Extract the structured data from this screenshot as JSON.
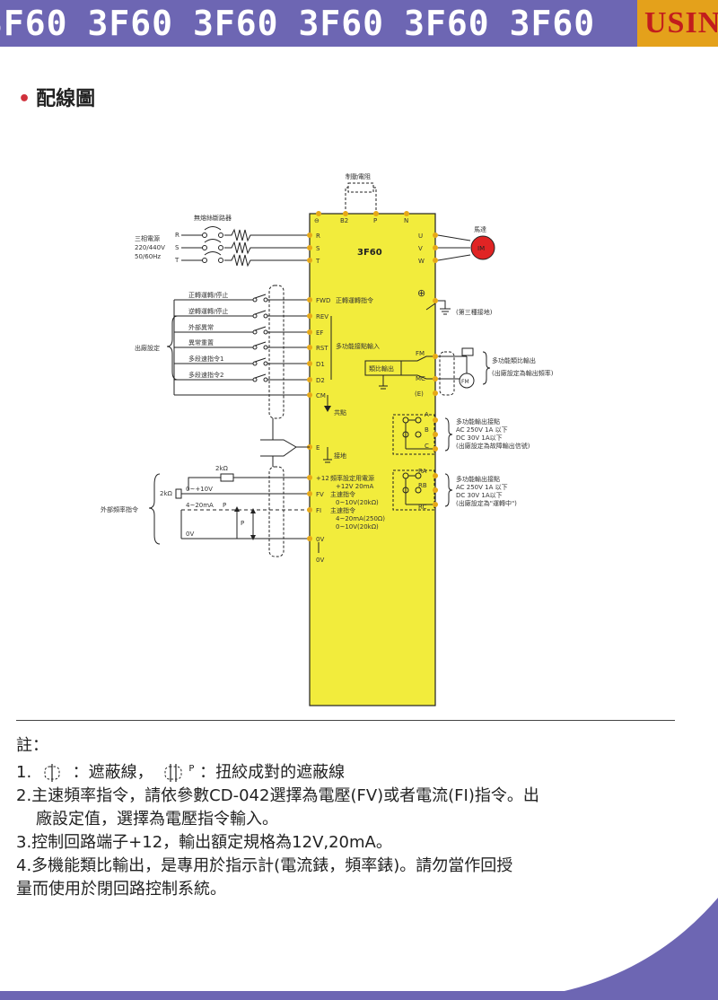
{
  "banner": {
    "repeat_text": "3F60",
    "logo_text": "USIN"
  },
  "page_title": "配線圖",
  "diagram": {
    "brake_resistor": "制動電阻",
    "breaker": "無熔絲斷路器",
    "supply": [
      "三相電源",
      "220/440V",
      "50/60Hz"
    ],
    "rst": [
      "R",
      "S",
      "T"
    ],
    "model": "3F60",
    "top_terms": [
      "⊖",
      "B2",
      "P",
      "N"
    ],
    "motor_label": "馬達",
    "motor": "IM",
    "uvw": [
      "U",
      "V",
      "W"
    ],
    "ground_note": "(第三種接地)",
    "cmd_labels": [
      "正轉運轉/停止",
      "逆轉運轉/停止",
      "外部異常",
      "異常重置",
      "多段速指令1",
      "多段速指令2"
    ],
    "cmd_terms": [
      "FWD",
      "REV",
      "EF",
      "RST",
      "D1",
      "D2",
      "CM"
    ],
    "fwd_desc": "正轉運轉指令",
    "multi_input": "多功能接點輸入",
    "factory": "出廠設定",
    "common": "共點",
    "e_term": "E",
    "ground_text": "接地",
    "analog_out_box": "類比輸出",
    "fm": "FM",
    "mc": "MC",
    "e_small": "(E)",
    "analog_out_label": "多功能類比輸出",
    "analog_out_default": "(出廠設定為輸出頻率)",
    "fm_meter": "FM",
    "relay_terms": [
      "A",
      "B",
      "C"
    ],
    "relay1": [
      "多功能輸出接點",
      "AC 250V 1A 以下",
      "DC 30V 1A以下",
      "(出廠設定為故障輸出信號)"
    ],
    "relay2_terms": [
      "RA",
      "RB",
      "RC"
    ],
    "relay2": [
      "多功能輸出接點",
      "AC 250V 1A 以下",
      "DC 30V 1A以下",
      "(出廠設定為\"運轉中\")"
    ],
    "pot": "2kΩ",
    "pot_left": "2kΩ",
    "freq_cmd": "外部頻率指令",
    "v_range": "0~+10V",
    "ma_range": "4~20mA",
    "p": "P",
    "zero_v": "0V",
    "plus12": "+12",
    "fv": "FV",
    "fi": "FI",
    "ov": "0V",
    "ov2": "0V",
    "p12_desc": [
      "頻率設定用電源",
      "+12V 20mA"
    ],
    "fv_desc": [
      "主速指令",
      "0~10V(20kΩ)"
    ],
    "fi_desc": [
      "主速指令",
      "4~20mA(250Ω)",
      "0~10V(20kΩ)"
    ]
  },
  "notes": {
    "head": "註：",
    "n1_num": "1.",
    "n1_a": "：遮蔽線，",
    "n1_p": "P",
    "n1_b": "：扭絞成對的遮蔽線",
    "n2_a": "2.主速頻率指令，請依參數CD-042選擇為電壓(FV)或者電流(FI)指令。出",
    "n2_b": "廠設定值，選擇為電壓指令輸入。",
    "n3": "3.控制回路端子+12，輸出額定規格為12V,20mA。",
    "n4_a": "4.多機能類比輸出，是專用於指示計(電流錶，頻率錶)。請勿當作回授",
    "n4_b": "量而使用於閉回路控制系統。"
  },
  "colors": {
    "banner": "#6d66b3",
    "logo_bg": "#e4a11b",
    "logo_text": "#c21d1d",
    "inverter": "#f2ec3c",
    "terminal": "#e6a817",
    "motor": "#e02424",
    "bullet": "#d0303b"
  }
}
